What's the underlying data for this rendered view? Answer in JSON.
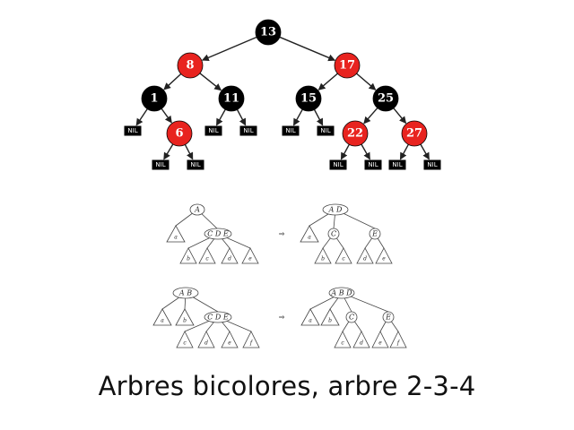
{
  "caption": "Arbres bicolores, arbre 2-3-4",
  "colors": {
    "red": "#e8231f",
    "black": "#000000",
    "edge": "#222222"
  },
  "rb_tree": {
    "nil_label": "NIL",
    "nodes": [
      {
        "id": "n13",
        "label": "13",
        "color": "black"
      },
      {
        "id": "n8",
        "label": "8",
        "color": "red"
      },
      {
        "id": "n17",
        "label": "17",
        "color": "red"
      },
      {
        "id": "n1",
        "label": "1",
        "color": "black"
      },
      {
        "id": "n11",
        "label": "11",
        "color": "black"
      },
      {
        "id": "n15",
        "label": "15",
        "color": "black"
      },
      {
        "id": "n25",
        "label": "25",
        "color": "black"
      },
      {
        "id": "n6",
        "label": "6",
        "color": "red"
      },
      {
        "id": "n22",
        "label": "22",
        "color": "red"
      },
      {
        "id": "n27",
        "label": "27",
        "color": "red"
      }
    ],
    "edges": [
      [
        "n13",
        "n8"
      ],
      [
        "n13",
        "n17"
      ],
      [
        "n8",
        "n1"
      ],
      [
        "n8",
        "n11"
      ],
      [
        "n17",
        "n15"
      ],
      [
        "n17",
        "n25"
      ],
      [
        "n1",
        "nil1"
      ],
      [
        "n1",
        "n6"
      ],
      [
        "n11",
        "nil2"
      ],
      [
        "n11",
        "nil3"
      ],
      [
        "n15",
        "nil4"
      ],
      [
        "n15",
        "nil5"
      ],
      [
        "n25",
        "n22"
      ],
      [
        "n25",
        "n27"
      ],
      [
        "n6",
        "nil6"
      ],
      [
        "n6",
        "nil7"
      ],
      [
        "n22",
        "nil8"
      ],
      [
        "n22",
        "nil9"
      ],
      [
        "n27",
        "nil10"
      ],
      [
        "n27",
        "nil11"
      ]
    ]
  },
  "transforms": [
    {
      "arrow": "⇒",
      "before": {
        "top": "A",
        "left_leaf": "a",
        "mid": "C D E",
        "mid_leaves": [
          "b",
          "c",
          "d",
          "e"
        ]
      },
      "after": {
        "top": "A  D",
        "left_leaf": "a",
        "c_node": "C",
        "e_node": "E",
        "leaves": [
          "b",
          "c",
          "d",
          "e"
        ]
      }
    },
    {
      "arrow": "⇒",
      "before": {
        "top": "A  B",
        "leaves_top": [
          "a",
          "b"
        ],
        "mid": "C D E",
        "mid_leaves": [
          "c",
          "d",
          "e",
          "f"
        ]
      },
      "after": {
        "top": "A B D",
        "leaves_top": [
          "a",
          "b"
        ],
        "c_node": "C",
        "e_node": "E",
        "leaves": [
          "c",
          "d",
          "e",
          "f"
        ]
      }
    }
  ]
}
